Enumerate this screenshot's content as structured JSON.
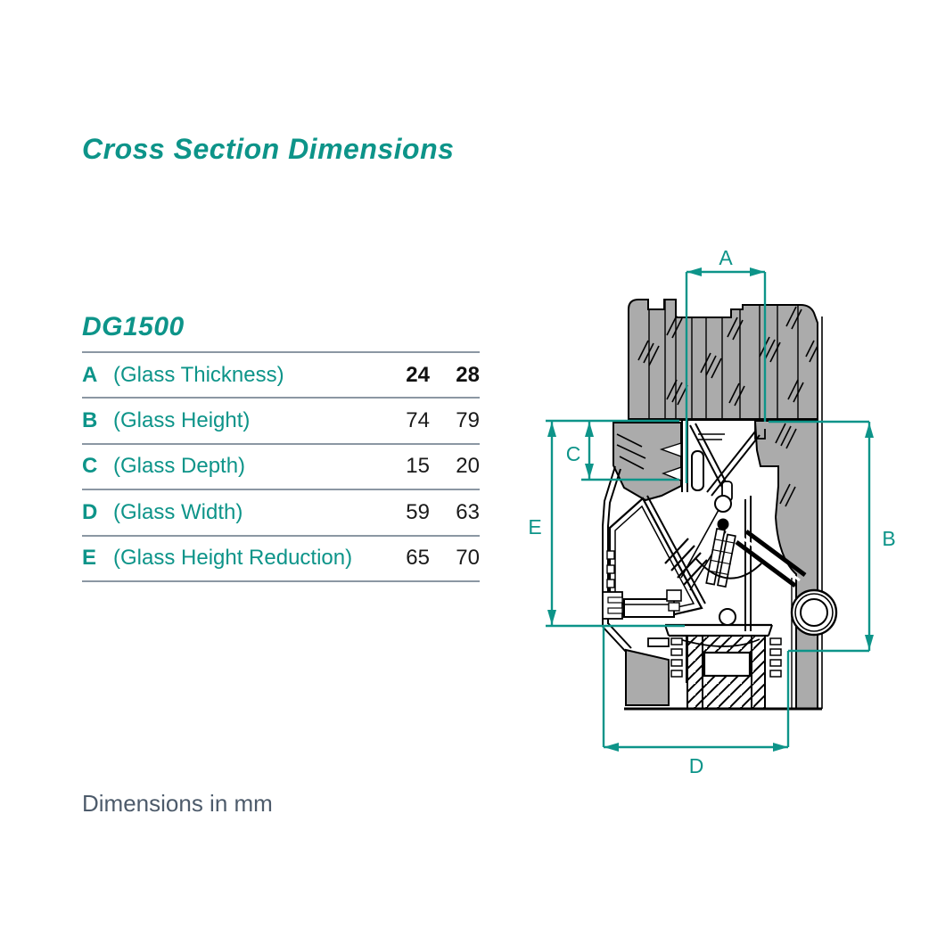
{
  "header": {
    "title": "Cross Section Dimensions"
  },
  "product": {
    "name": "DG1500"
  },
  "table": {
    "rows": [
      {
        "letter": "A",
        "label": "(Glass Thickness)",
        "value1": "24",
        "value2": "28",
        "emphasis": true
      },
      {
        "letter": "B",
        "label": "(Glass Height)",
        "value1": "74",
        "value2": "79",
        "emphasis": false
      },
      {
        "letter": "C",
        "label": "(Glass Depth)",
        "value1": "15",
        "value2": "20",
        "emphasis": false
      },
      {
        "letter": "D",
        "label": "(Glass Width)",
        "value1": "59",
        "value2": "63",
        "emphasis": false
      },
      {
        "letter": "E",
        "label": "(Glass Height Reduction)",
        "value1": "65",
        "value2": "70",
        "emphasis": false
      }
    ]
  },
  "diagram": {
    "dimension_labels": {
      "a": "A",
      "b": "B",
      "c": "C",
      "d": "D",
      "e": "E"
    }
  },
  "footer": {
    "note": "Dimensions in mm"
  },
  "colors": {
    "accent_teal": "#0d9489",
    "profile_gray": "#ababab",
    "outline_black": "#000000",
    "value_text": "#1a1a1a",
    "table_rule_gray": "#8b97a3",
    "note_slate": "#4d5b6b"
  }
}
